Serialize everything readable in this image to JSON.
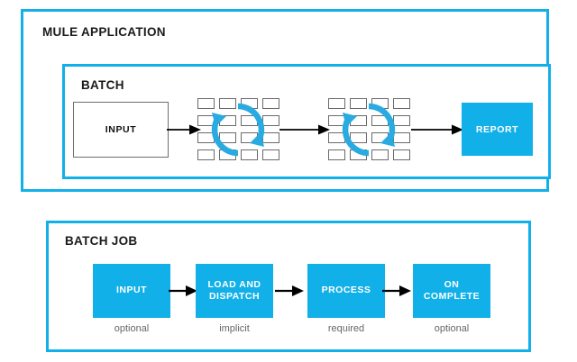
{
  "colors": {
    "accent": "#12B0E8",
    "box_border": "#6d6d6d",
    "cell_border": "#6a6a6a",
    "arrow": "#000000",
    "caption_text": "#666666",
    "title_text": "#1a1a1a",
    "background": "#ffffff"
  },
  "mule_application": {
    "title": "MULE APPLICATION",
    "batch": {
      "title": "BATCH",
      "input_box_label": "INPUT",
      "report_box_label": "REPORT",
      "record_grids": [
        {
          "name": "record-grid-1",
          "columns": 4,
          "rows": 4,
          "overlay_icon": "cycle-arrow-icon"
        },
        {
          "name": "record-grid-2",
          "columns": 4,
          "rows": 4,
          "overlay_icon": "cycle-arrow-icon"
        }
      ],
      "connector_count": 3
    }
  },
  "batch_job": {
    "title": "BATCH JOB",
    "stages": [
      {
        "label": "INPUT",
        "caption": "optional"
      },
      {
        "label": "LOAD AND DISPATCH",
        "caption": "implicit"
      },
      {
        "label": "PROCESS",
        "caption": "required"
      },
      {
        "label": "ON COMPLETE",
        "caption": "optional"
      }
    ]
  }
}
